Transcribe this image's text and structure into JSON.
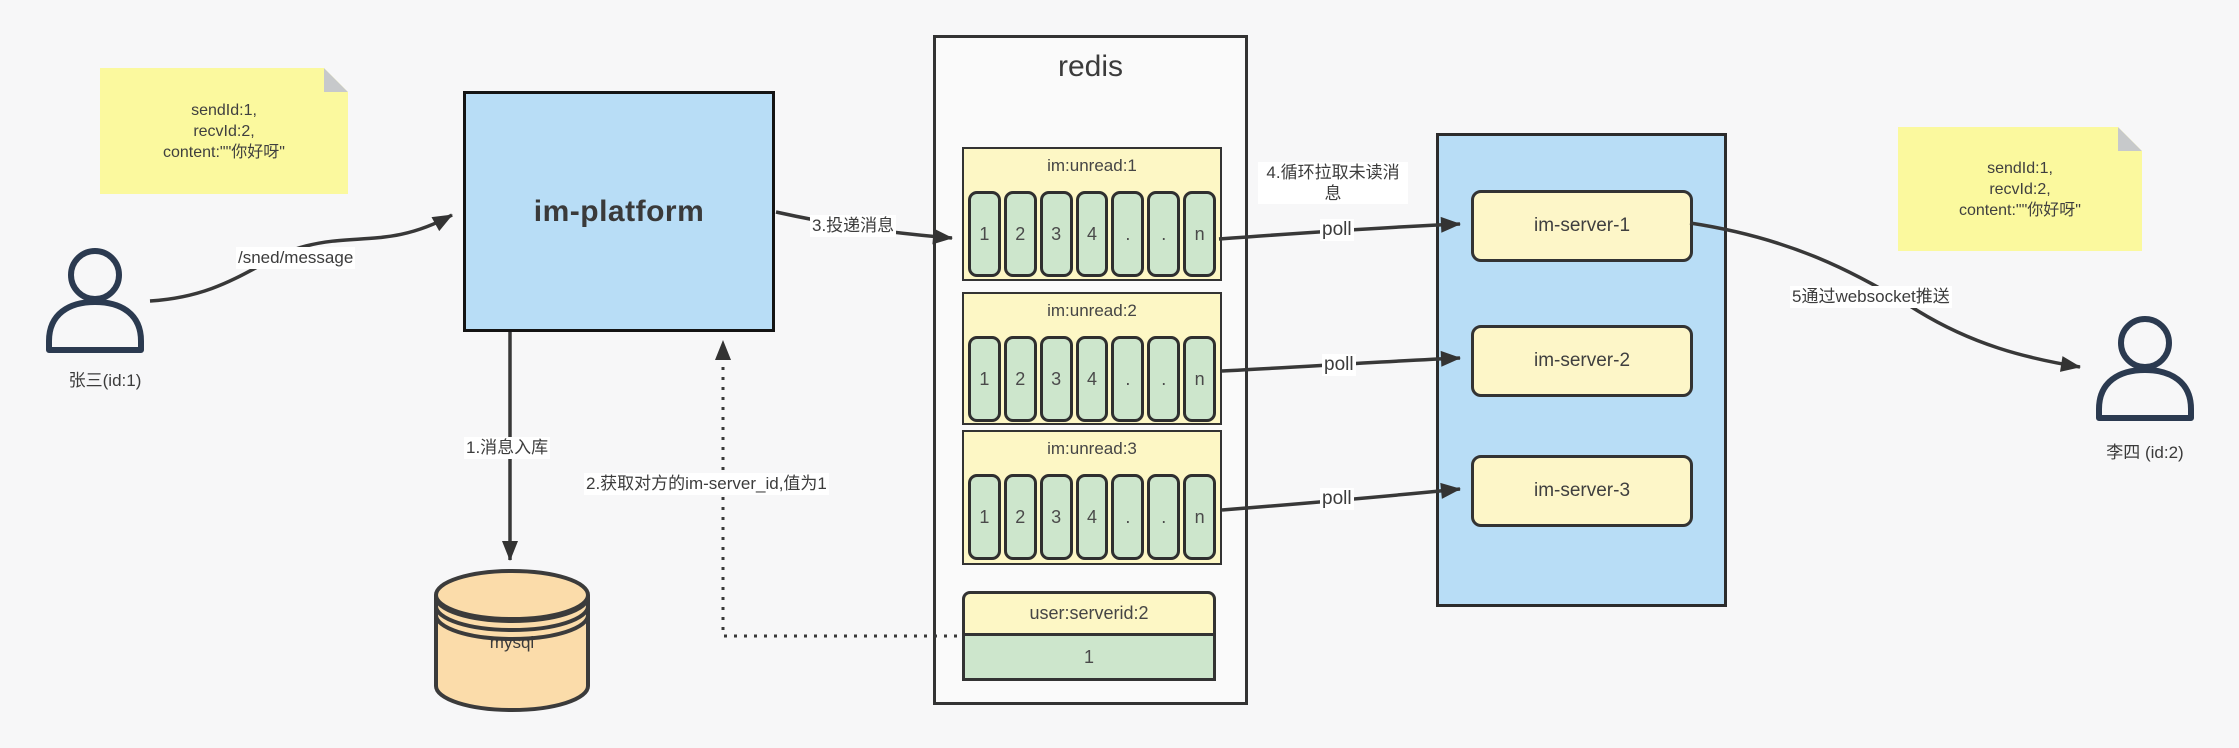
{
  "notes": {
    "left": "sendId:1,\nrecvId:2,\ncontent:\"\"你好呀\"",
    "right": "sendId:1,\nrecvId:2,\ncontent:\"\"你好呀\""
  },
  "actors": {
    "sender": "张三(id:1)",
    "receiver": "李四 (id:2)"
  },
  "platform": {
    "label": "im-platform"
  },
  "database": {
    "label": "mysql"
  },
  "redis": {
    "title": "redis",
    "queues": [
      {
        "header": "im:unread:1",
        "cells": [
          "1",
          "2",
          "3",
          "4",
          ".",
          ".",
          "n"
        ]
      },
      {
        "header": "im:unread:2",
        "cells": [
          "1",
          "2",
          "3",
          "4",
          ".",
          ".",
          "n"
        ]
      },
      {
        "header": "im:unread:3",
        "cells": [
          "1",
          "2",
          "3",
          "4",
          ".",
          ".",
          "n"
        ]
      }
    ],
    "mapping": {
      "header": "user:serverid:2",
      "value": "1"
    }
  },
  "servers": [
    {
      "label": "im-server-1"
    },
    {
      "label": "im-server-2"
    },
    {
      "label": "im-server-3"
    }
  ],
  "edges": {
    "send": "/sned/message",
    "step1": "1.消息入库",
    "step2": "2.获取对方的im-server_id,值为1",
    "step3": "3.投递消息",
    "step4": "4.循环拉取未读消息",
    "poll1": "poll",
    "poll2": "poll",
    "poll3": "poll",
    "step5": "5通过websocket推送"
  },
  "colors": {
    "container_blue": "#b8ddf6",
    "note_yellow": "#fbf99e",
    "block_yellow": "#fdf7c5",
    "cell_green": "#cde6cc",
    "db_orange": "#fbdcaa",
    "stroke_dark": "#333333"
  }
}
